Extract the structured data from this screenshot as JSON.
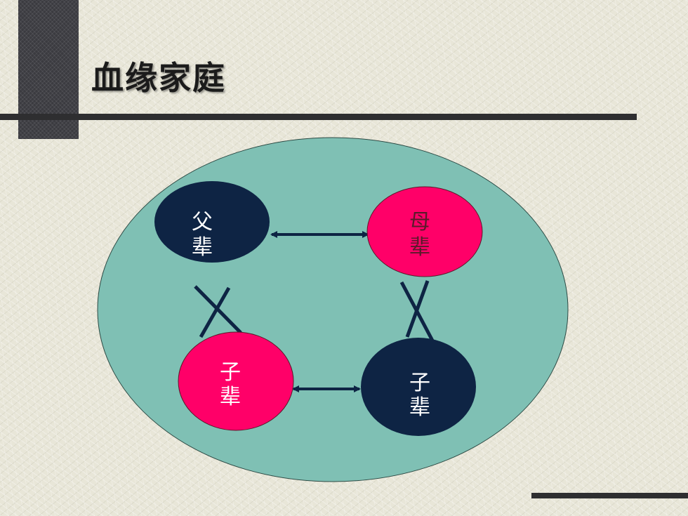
{
  "slide": {
    "title": "血缘家庭"
  },
  "diagram": {
    "colors": {
      "container": "#7fc0b4",
      "navy_node": "#0e2444",
      "pink_node": "#ff0068",
      "text_on_node": "#ffffff",
      "connector": "#0e2444"
    },
    "nodes": [
      {
        "id": "father-gen",
        "line1": "父",
        "line2": "辈",
        "color": "navy"
      },
      {
        "id": "mother-gen",
        "line1": "母",
        "line2": "辈",
        "color": "pink"
      },
      {
        "id": "child-gen-left",
        "line1": "子",
        "line2": "辈",
        "color": "pink"
      },
      {
        "id": "child-gen-right",
        "line1": "子",
        "line2": "辈",
        "color": "navy"
      }
    ],
    "connectors": [
      {
        "from": "father-gen",
        "to": "mother-gen",
        "type": "double-arrow"
      },
      {
        "from": "child-gen-left",
        "to": "child-gen-right",
        "type": "double-arrow"
      },
      {
        "from": "father-gen",
        "to": "child-gen-left",
        "type": "cross"
      },
      {
        "from": "mother-gen",
        "to": "child-gen-right",
        "type": "cross"
      }
    ]
  }
}
